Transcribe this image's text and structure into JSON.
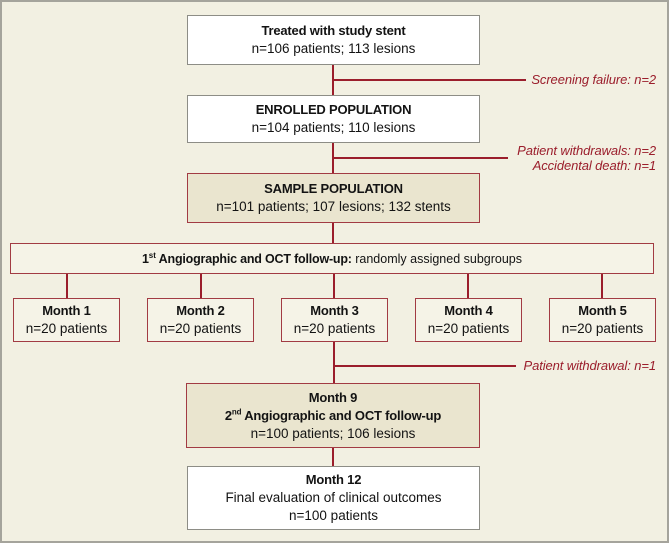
{
  "colors": {
    "accent_red": "#9b1e2c",
    "red_box_border": "#a23b43",
    "beige_fill": "#eae5cf",
    "cream_fill": "#f5f3e7",
    "page_bg": "#f2f0e2",
    "page_border": "#a5a49c",
    "white_box_border": "#8d8d86",
    "text": "#131313"
  },
  "flow": {
    "treated": {
      "title": "Treated with study stent",
      "subtitle": "n=106 patients; 113 lesions"
    },
    "screening_note": "Screening failure: n=2",
    "enrolled": {
      "title": "ENROLLED POPULATION",
      "subtitle": "n=104 patients; 110 lesions"
    },
    "withdrawal_notes": {
      "line1": "Patient withdrawals: n=2",
      "line2": "Accidental death: n=1"
    },
    "sample": {
      "title": "SAMPLE POPULATION",
      "subtitle": "n=101 patients; 107 lesions; 132 stents"
    },
    "followup1": {
      "num": "1",
      "sup": "st",
      "bold_rest": " Angiographic and OCT follow-up:",
      "tail": " randomly assigned subgroups"
    },
    "months": [
      {
        "title": "Month 1",
        "subtitle": "n=20 patients"
      },
      {
        "title": "Month 2",
        "subtitle": "n=20 patients"
      },
      {
        "title": "Month 3",
        "subtitle": "n=20 patients"
      },
      {
        "title": "Month 4",
        "subtitle": "n=20 patients"
      },
      {
        "title": "Month 5",
        "subtitle": "n=20 patients"
      }
    ],
    "withdrawal_note2": "Patient withdrawal: n=1",
    "month9": {
      "title": "Month 9",
      "num": "2",
      "sup": "nd",
      "bold_rest": " Angiographic and OCT follow-up",
      "subtitle": "n=100 patients; 106 lesions"
    },
    "month12": {
      "title": "Month 12",
      "line2": "Final evaluation of clinical outcomes",
      "subtitle": "n=100 patients"
    }
  }
}
